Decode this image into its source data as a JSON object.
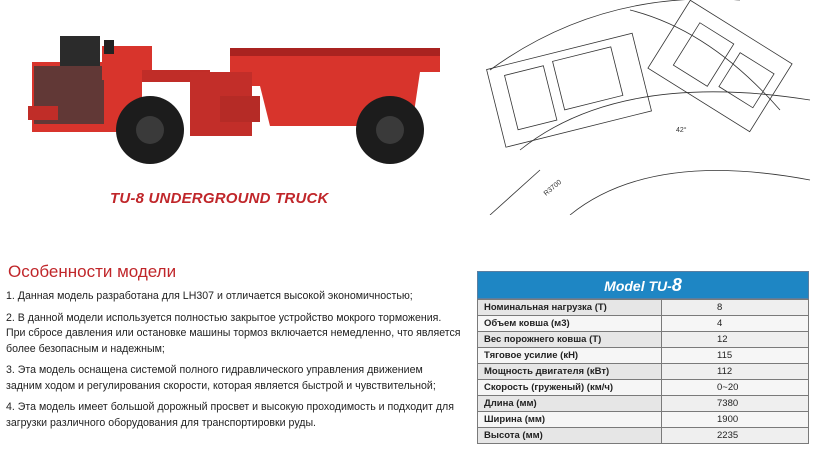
{
  "truck_title": "TU-8 UNDERGROUND TRUCK",
  "plan": {
    "angle_label": "42°",
    "radius_label": "R3700"
  },
  "features": {
    "title": "Особенности модели",
    "items": [
      "1. Данная модель разработана для LH307 и отличается высокой экономичностью;",
      "2. В данной модели используется полностью закрытое устройство мокрого торможения. При сбросе давления или остановке машины тормоз включается немедленно, что является более безопасным и надежным;",
      "3. Эта модель оснащена системой полного гидравлического управления движением задним ходом и регулирования скорости, которая является быстрой и чувствительной;",
      "4. Эта модель имеет большой дорожный просвет и высокую проходимость и подходит для загрузки различного оборудования для транспортировки руды."
    ]
  },
  "spec": {
    "header_prefix": "Model TU-",
    "header_num": "8",
    "rows": [
      {
        "label": "Номинальная нагрузка (T)",
        "value": "8"
      },
      {
        "label": "Объем ковша (м3)",
        "value": "4"
      },
      {
        "label": "Вес порожнего ковша (T)",
        "value": "12"
      },
      {
        "label": "Тяговое усилие (кН)",
        "value": "115"
      },
      {
        "label": "Мощность двигателя (кВт)",
        "value": "112"
      },
      {
        "label": "Скорость (груженый) (км/ч)",
        "value": "0~20"
      },
      {
        "label": "Длина (мм)",
        "value": "7380"
      },
      {
        "label": "Ширина (мм)",
        "value": "1900"
      },
      {
        "label": "Высота (мм)",
        "value": "2235"
      }
    ]
  },
  "colors": {
    "brand_red": "#c0262a",
    "header_blue": "#1e86c4",
    "truck_red": "#d8342c"
  }
}
